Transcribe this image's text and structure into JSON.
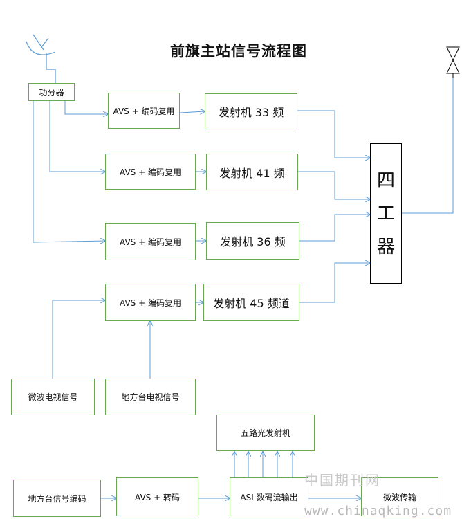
{
  "title": "前旗主站信号流程图",
  "nodes": {
    "splitter": "功分器",
    "avs_mux_1": "AVS + 编码复用",
    "avs_mux_2": "AVS + 编码复用",
    "avs_mux_3": "AVS + 编码复用",
    "avs_mux_4": "AVS + 编码复用",
    "tx_33": "发射机 33 频",
    "tx_41": "发射机 41 频",
    "tx_36": "发射机 36 频",
    "tx_45": "发射机 45 频道",
    "combiner_chars": [
      "四",
      "工",
      "器"
    ],
    "microwave_tv": "微波电视信号",
    "local_tv": "地方台电视信号",
    "five_optical_tx": "五路光发射机",
    "local_encode": "地方台信号编码",
    "avs_transcode": "AVS + 转码",
    "asi_output": "ASI 数码流输出",
    "microwave_transmission": "微波传输"
  },
  "watermark": {
    "line1": "中国期刊网",
    "line2": "www.chinaqking.com"
  },
  "colors": {
    "border": "#6aa84f",
    "wire": "#5b9bd5"
  }
}
